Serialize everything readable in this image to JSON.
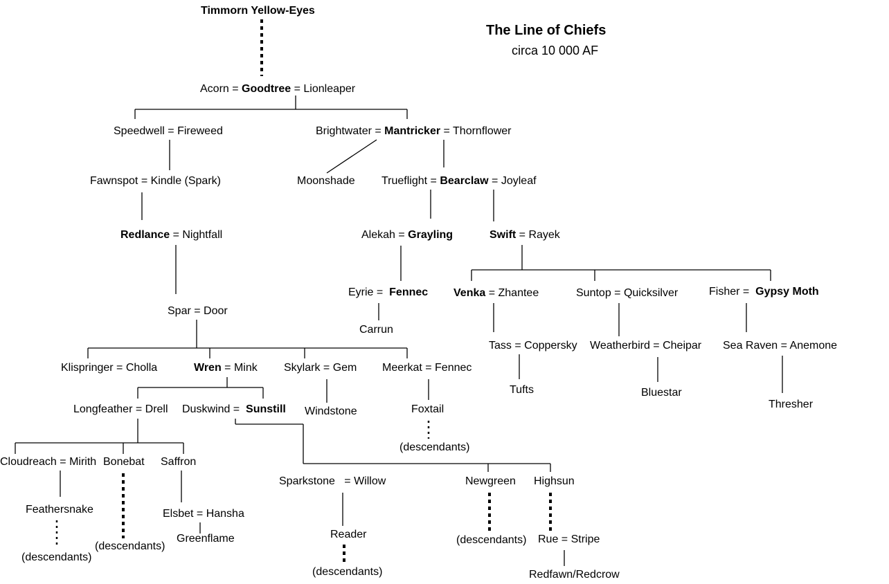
{
  "diagram": {
    "title": "The Line of Chiefs",
    "subtitle": "circa 10 000 AF"
  },
  "people": {
    "timmorn": "Timmorn Yellow-Eyes",
    "acorn": "Acorn",
    "goodtree": "Goodtree",
    "lionleaper": "Lionleaper",
    "speedwell": "Speedwell",
    "fireweed": "Fireweed",
    "brightwater": "Brightwater",
    "mantricker": "Mantricker",
    "thornflower": "Thornflower",
    "fawnspot": "Fawnspot",
    "kindle": "Kindle (Spark)",
    "moonshade": "Moonshade",
    "trueflight": "Trueflight",
    "bearclaw": "Bearclaw",
    "joyleaf": "Joyleaf",
    "redlance": "Redlance",
    "nightfall": "Nightfall",
    "alekah": "Alekah",
    "grayling": "Grayling",
    "swift": "Swift",
    "rayek": "Rayek",
    "eyrie": "Eyrie",
    "fennec1": "Fennec",
    "carrun": "Carrun",
    "spar": "Spar",
    "door": "Door",
    "venka": "Venka",
    "zhantee": "Zhantee",
    "suntop": "Suntop",
    "quicksilver": "Quicksilver",
    "fisher": "Fisher",
    "gypsymoth": "Gypsy Moth",
    "tass": "Tass",
    "coppersky": "Coppersky",
    "weatherbird": "Weatherbird",
    "cheipar": "Cheipar",
    "searaven": "Sea Raven",
    "anemone": "Anemone",
    "tufts": "Tufts",
    "bluestar": "Bluestar",
    "thresher": "Thresher",
    "klispringer": "Klispringer",
    "cholla": "Cholla",
    "wren": "Wren",
    "mink": "Mink",
    "skylark": "Skylark",
    "gem": "Gem",
    "meerkat": "Meerkat",
    "fennec2": "Fennec",
    "longfeather": "Longfeather",
    "drell": "Drell",
    "duskwind": "Duskwind",
    "sunstill": "Sunstill",
    "windstone": "Windstone",
    "foxtail": "Foxtail",
    "cloudreach": "Cloudreach",
    "mirith": "Mirith",
    "bonebat": "Bonebat",
    "saffron": "Saffron",
    "sparkstone": "Sparkstone",
    "willow": "Willow",
    "newgreen": "Newgreen",
    "highsun": "Highsun",
    "feathersnake": "Feathersnake",
    "elsbet": "Elsbet",
    "hansha": "Hansha",
    "greenflame": "Greenflame",
    "reader": "Reader",
    "rue": "Rue",
    "stripe": "Stripe",
    "redfawn": "Redfawn/Redcrow"
  },
  "labels": {
    "eq": " = ",
    "descendants": "(descendants)"
  }
}
